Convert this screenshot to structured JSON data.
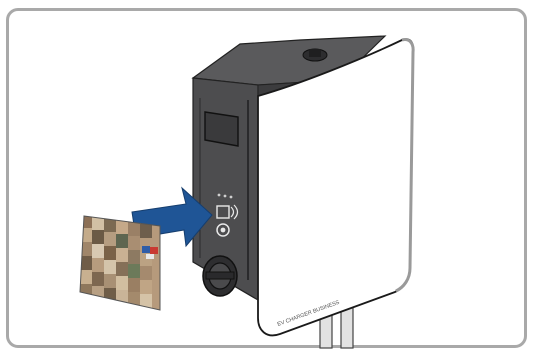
{
  "illustration": {
    "charger": {
      "brand_text": "EV CHARGER BUSINESS",
      "status_leds": 3
    },
    "card": {
      "pixelated": true
    },
    "arrow": {
      "direction": "right",
      "color": "#1f5596"
    }
  },
  "colors": {
    "frame_border": "#a9a9a9",
    "housing": "#4d4d4f",
    "housing_side": "#3c3c3e",
    "front_cover": "#ffffff",
    "arrow": "#1f5596",
    "cable": "#d7d7d7"
  }
}
